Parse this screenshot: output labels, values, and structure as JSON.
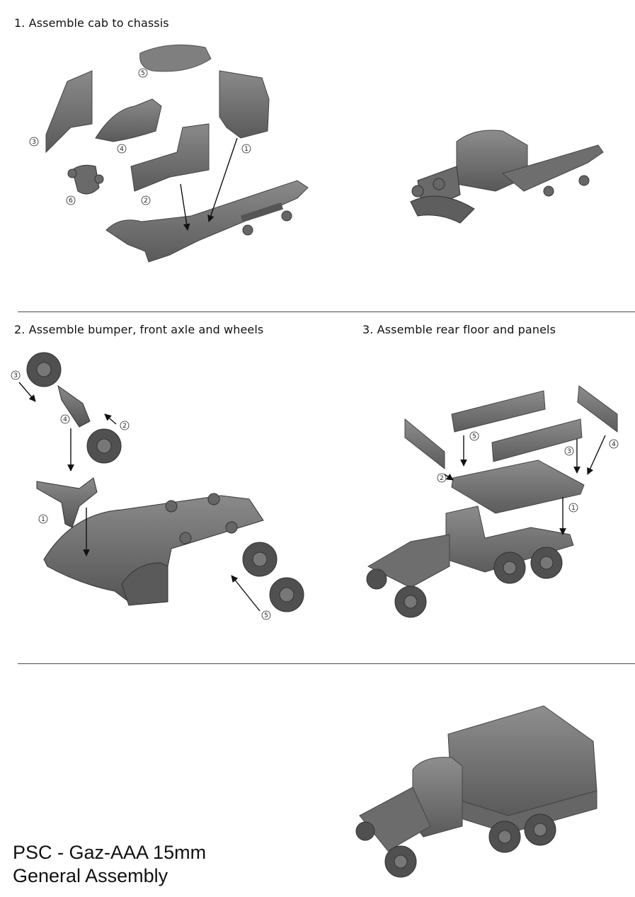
{
  "steps": [
    {
      "title": "1. Assemble cab to chassis",
      "callouts": [
        "1",
        "2",
        "3",
        "4",
        "5",
        "6"
      ]
    },
    {
      "title": "2. Assemble bumper, front axle and wheels",
      "callouts": [
        "1",
        "2",
        "3",
        "4",
        "5"
      ]
    },
    {
      "title": "3. Assemble rear floor and panels",
      "callouts": [
        "1",
        "2",
        "3",
        "4",
        "5"
      ]
    }
  ],
  "caption": {
    "line1": "PSC - Gaz-AAA 15mm",
    "line2": "General Assembly"
  },
  "colors": {
    "model_grey": "#6f6f6f",
    "model_dark": "#4e4e4e",
    "model_light": "#8a8a8a",
    "rule": "#4a4a4a",
    "arrow": "#111111"
  },
  "icons": [
    "exploded-cab-parts",
    "assembled-cab-chassis",
    "front-axle-parts",
    "rear-floor-parts",
    "assembled-truck",
    "covered-truck"
  ]
}
